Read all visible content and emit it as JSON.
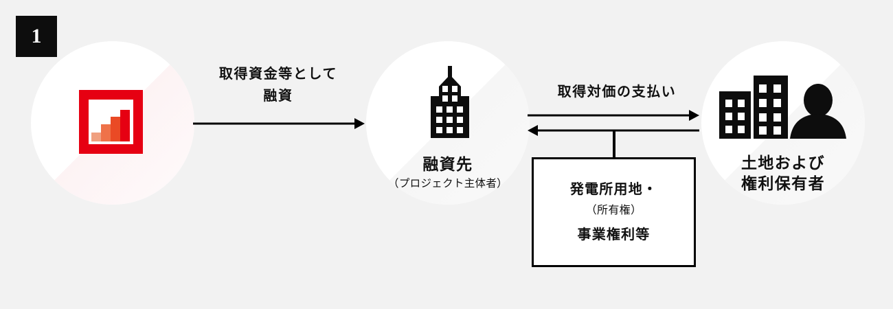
{
  "diagram": {
    "step_number": "1",
    "background_color": "#f2f2f2",
    "accent_color": "#e60012"
  },
  "nodes": [
    {
      "id": "lender",
      "icon": "bar-chart-icon",
      "main_label": "",
      "sub_label": ""
    },
    {
      "id": "borrower",
      "icon": "office-tower-icon",
      "main_label": "融資先",
      "sub_label": "（プロジェクト主体者）"
    },
    {
      "id": "landowner",
      "icon": "buildings-and-person-icon",
      "main_label_line1": "土地および",
      "main_label_line2": "権利保有者"
    }
  ],
  "flows": [
    {
      "id": "financing",
      "label_line1": "取得資金等として",
      "label_line2": "融資",
      "direction": "right"
    },
    {
      "id": "payment",
      "label_line1": "取得対価の支払い",
      "direction": "right"
    }
  ],
  "asset_box": {
    "line1": "発電所用地・",
    "line2": "（所有権）",
    "line3": "事業権利等"
  }
}
